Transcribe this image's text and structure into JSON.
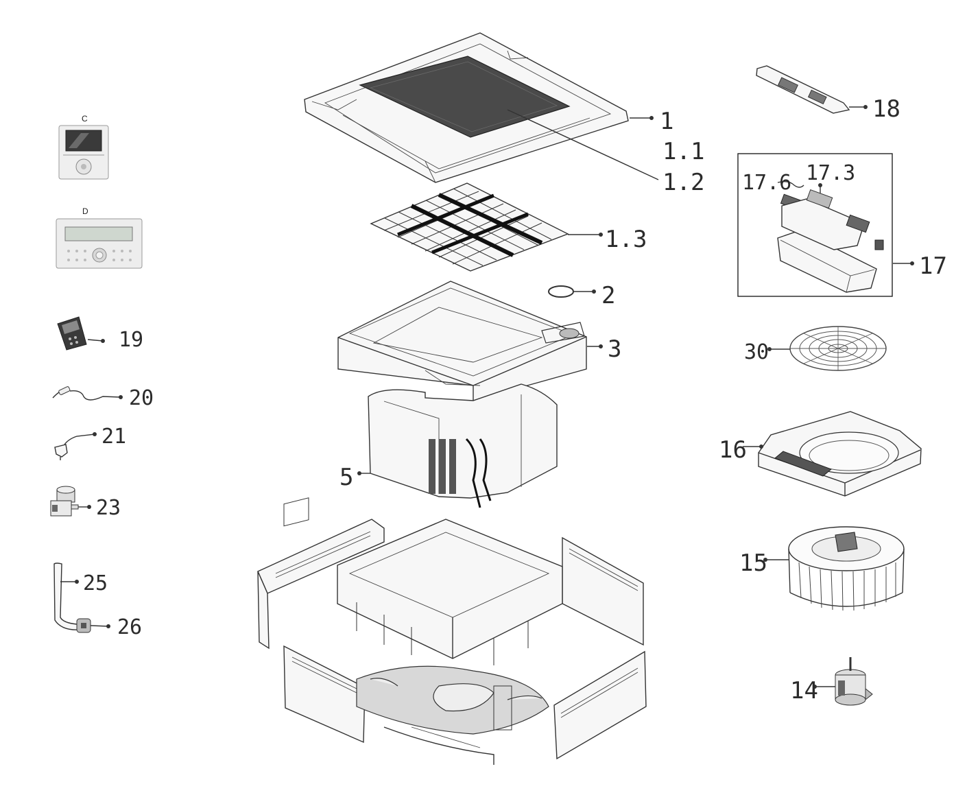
{
  "labels": {
    "l1": "1",
    "l1_1": "1.1",
    "l1_2": "1.2",
    "l1_3": "1.3",
    "l2": "2",
    "l3": "3",
    "l5": "5",
    "l14": "14",
    "l15": "15",
    "l16": "16",
    "l17": "17",
    "l17_3": "17.3",
    "l17_6": "17.6",
    "l18": "18",
    "l19": "19",
    "l20": "20",
    "l21": "21",
    "l23": "23",
    "l25": "25",
    "l26": "26",
    "l30": "30",
    "lC": "C",
    "lD": "D"
  },
  "colors": {
    "line": "#333333",
    "panel_dark": "#4a4a4a",
    "panel_light": "#f7f7f7"
  }
}
